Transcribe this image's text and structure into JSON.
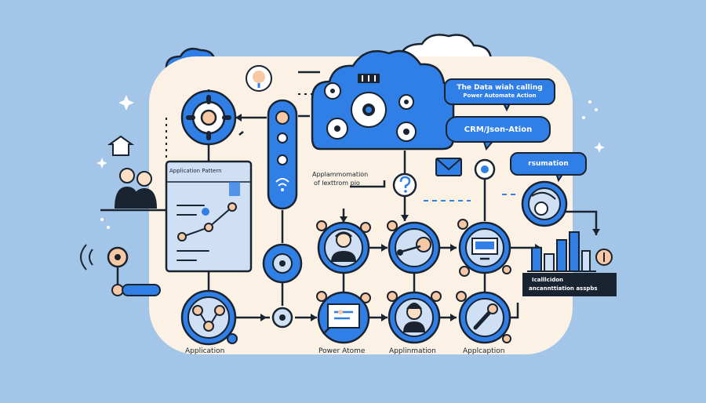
{
  "callouts": {
    "top_right_bubble": {
      "line1": "The Data wiah calling",
      "line2": "Power Automate Action"
    },
    "crm_bubble": "CRM/Json-Ation",
    "right_bubble": "rsumation"
  },
  "panels": {
    "pattern_title": "Application Pattern",
    "middle_text_line1": "Applammomation",
    "middle_text_line2": "of lexttrom pio"
  },
  "dark_box": {
    "line1": "Icalllcidon",
    "line2": "ancannttiation asspbs"
  },
  "bottom_labels": [
    "Application",
    "Power Atome",
    "Applinmation",
    "Applcaption"
  ],
  "colors": {
    "blue": "#2f7fe6",
    "dark": "#1a2330",
    "cream": "#fbf1e4",
    "sky": "#a3c6e8",
    "peach": "#f6c9a4"
  }
}
